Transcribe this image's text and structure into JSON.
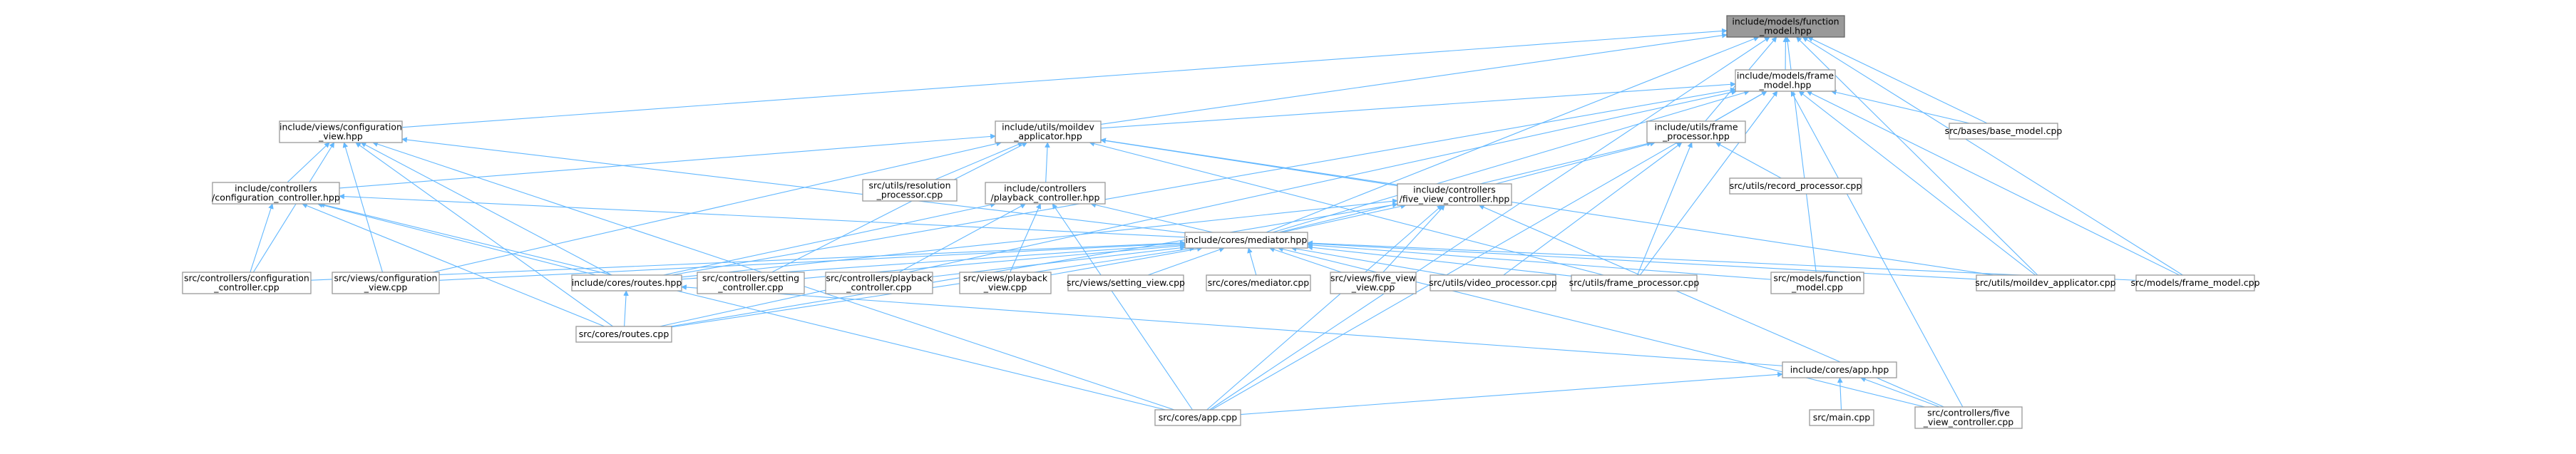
{
  "graph": {
    "edge_color": "#63b8ff",
    "root_fill": "#999999",
    "node_fill": "#ffffff",
    "node_border": "#999999",
    "nodes": [
      {
        "id": "function_model_hpp",
        "lines": [
          "include/models/function",
          "_model.hpp"
        ],
        "root": true
      },
      {
        "id": "frame_model_hpp",
        "lines": [
          "include/models/frame",
          "_model.hpp"
        ]
      },
      {
        "id": "configuration_view_hpp",
        "lines": [
          "include/views/configuration",
          "_view.hpp"
        ]
      },
      {
        "id": "moildev_applicator_hpp",
        "lines": [
          "include/utils/moildev",
          "_applicator.hpp"
        ]
      },
      {
        "id": "frame_processor_hpp",
        "lines": [
          "include/utils/frame",
          "_processor.hpp"
        ]
      },
      {
        "id": "base_model_cpp",
        "lines": [
          "src/bases/base_model.cpp"
        ]
      },
      {
        "id": "configuration_controller_hpp",
        "lines": [
          "include/controllers",
          "/configuration_controller.hpp"
        ]
      },
      {
        "id": "resolution_processor_cpp",
        "lines": [
          "src/utils/resolution",
          "_processor.cpp"
        ]
      },
      {
        "id": "playback_controller_hpp",
        "lines": [
          "include/controllers",
          "/playback_controller.hpp"
        ]
      },
      {
        "id": "five_view_controller_hpp",
        "lines": [
          "include/controllers",
          "/five_view_controller.hpp"
        ]
      },
      {
        "id": "record_processor_cpp",
        "lines": [
          "src/utils/record_processor.cpp"
        ]
      },
      {
        "id": "mediator_hpp",
        "lines": [
          "include/cores/mediator.hpp"
        ]
      },
      {
        "id": "configuration_controller_cpp",
        "lines": [
          "src/controllers/configuration",
          "_controller.cpp"
        ]
      },
      {
        "id": "configuration_view_cpp",
        "lines": [
          "src/views/configuration",
          "_view.cpp"
        ]
      },
      {
        "id": "routes_hpp",
        "lines": [
          "include/cores/routes.hpp"
        ]
      },
      {
        "id": "setting_controller_cpp",
        "lines": [
          "src/controllers/setting",
          "_controller.cpp"
        ]
      },
      {
        "id": "playback_controller_cpp",
        "lines": [
          "src/controllers/playback",
          "_controller.cpp"
        ]
      },
      {
        "id": "playback_view_cpp",
        "lines": [
          "src/views/playback",
          "_view.cpp"
        ]
      },
      {
        "id": "setting_view_cpp",
        "lines": [
          "src/views/setting_view.cpp"
        ]
      },
      {
        "id": "mediator_cpp",
        "lines": [
          "src/cores/mediator.cpp"
        ]
      },
      {
        "id": "five_view_view_cpp",
        "lines": [
          "src/views/five_view",
          "_view.cpp"
        ]
      },
      {
        "id": "video_processor_cpp",
        "lines": [
          "src/utils/video_processor.cpp"
        ]
      },
      {
        "id": "frame_processor_cpp",
        "lines": [
          "src/utils/frame_processor.cpp"
        ]
      },
      {
        "id": "function_model_cpp",
        "lines": [
          "src/models/function",
          "_model.cpp"
        ]
      },
      {
        "id": "moildev_applicator_cpp",
        "lines": [
          "src/utils/moildev_applicator.cpp"
        ]
      },
      {
        "id": "frame_model_cpp",
        "lines": [
          "src/models/frame_model.cpp"
        ]
      },
      {
        "id": "routes_cpp",
        "lines": [
          "src/cores/routes.cpp"
        ]
      },
      {
        "id": "app_hpp",
        "lines": [
          "include/cores/app.hpp"
        ]
      },
      {
        "id": "app_cpp",
        "lines": [
          "src/cores/app.cpp"
        ]
      },
      {
        "id": "main_cpp",
        "lines": [
          "src/main.cpp"
        ]
      },
      {
        "id": "five_view_controller_cpp",
        "lines": [
          "src/controllers/five",
          "_view_controller.cpp"
        ]
      }
    ],
    "edges": [
      [
        "function_model_hpp",
        "frame_model_hpp"
      ],
      [
        "function_model_hpp",
        "configuration_view_hpp"
      ],
      [
        "function_model_hpp",
        "moildev_applicator_hpp"
      ],
      [
        "function_model_hpp",
        "frame_processor_hpp"
      ],
      [
        "function_model_hpp",
        "base_model_cpp"
      ],
      [
        "function_model_hpp",
        "mediator_hpp"
      ],
      [
        "function_model_hpp",
        "function_model_cpp"
      ],
      [
        "function_model_hpp",
        "moildev_applicator_cpp"
      ],
      [
        "function_model_hpp",
        "frame_model_cpp"
      ],
      [
        "function_model_hpp",
        "app_cpp"
      ],
      [
        "frame_model_hpp",
        "moildev_applicator_hpp"
      ],
      [
        "frame_model_hpp",
        "frame_processor_hpp"
      ],
      [
        "frame_model_hpp",
        "base_model_cpp"
      ],
      [
        "frame_model_hpp",
        "mediator_hpp"
      ],
      [
        "frame_model_hpp",
        "routes_hpp"
      ],
      [
        "frame_model_hpp",
        "frame_processor_cpp"
      ],
      [
        "frame_model_hpp",
        "moildev_applicator_cpp"
      ],
      [
        "frame_model_hpp",
        "frame_model_cpp"
      ],
      [
        "frame_model_hpp",
        "routes_cpp"
      ],
      [
        "frame_model_hpp",
        "app_cpp"
      ],
      [
        "frame_model_hpp",
        "five_view_controller_cpp"
      ],
      [
        "configuration_view_hpp",
        "configuration_controller_hpp"
      ],
      [
        "configuration_view_hpp",
        "mediator_hpp"
      ],
      [
        "configuration_view_hpp",
        "configuration_controller_cpp"
      ],
      [
        "configuration_view_hpp",
        "configuration_view_cpp"
      ],
      [
        "configuration_view_hpp",
        "routes_hpp"
      ],
      [
        "configuration_view_hpp",
        "routes_cpp"
      ],
      [
        "configuration_view_hpp",
        "app_cpp"
      ],
      [
        "moildev_applicator_hpp",
        "configuration_controller_hpp"
      ],
      [
        "moildev_applicator_hpp",
        "resolution_processor_cpp"
      ],
      [
        "moildev_applicator_hpp",
        "playback_controller_hpp"
      ],
      [
        "moildev_applicator_hpp",
        "five_view_controller_hpp"
      ],
      [
        "moildev_applicator_hpp",
        "configuration_view_cpp"
      ],
      [
        "moildev_applicator_hpp",
        "setting_controller_cpp"
      ],
      [
        "moildev_applicator_hpp",
        "frame_processor_cpp"
      ],
      [
        "moildev_applicator_hpp",
        "moildev_applicator_cpp"
      ],
      [
        "frame_processor_hpp",
        "five_view_controller_hpp"
      ],
      [
        "frame_processor_hpp",
        "record_processor_cpp"
      ],
      [
        "frame_processor_hpp",
        "mediator_hpp"
      ],
      [
        "frame_processor_hpp",
        "video_processor_cpp"
      ],
      [
        "frame_processor_hpp",
        "frame_processor_cpp"
      ],
      [
        "configuration_controller_hpp",
        "mediator_hpp"
      ],
      [
        "configuration_controller_hpp",
        "configuration_controller_cpp"
      ],
      [
        "configuration_controller_hpp",
        "routes_hpp"
      ],
      [
        "configuration_controller_hpp",
        "routes_cpp"
      ],
      [
        "configuration_controller_hpp",
        "app_cpp"
      ],
      [
        "playback_controller_hpp",
        "mediator_hpp"
      ],
      [
        "playback_controller_hpp",
        "routes_hpp"
      ],
      [
        "playback_controller_hpp",
        "playback_controller_cpp"
      ],
      [
        "playback_controller_hpp",
        "playback_view_cpp"
      ],
      [
        "playback_controller_hpp",
        "app_cpp"
      ],
      [
        "five_view_controller_hpp",
        "mediator_hpp"
      ],
      [
        "five_view_controller_hpp",
        "routes_hpp"
      ],
      [
        "five_view_controller_hpp",
        "five_view_view_cpp"
      ],
      [
        "five_view_controller_hpp",
        "routes_cpp"
      ],
      [
        "five_view_controller_hpp",
        "app_cpp"
      ],
      [
        "five_view_controller_hpp",
        "five_view_controller_cpp"
      ],
      [
        "mediator_hpp",
        "configuration_controller_cpp"
      ],
      [
        "mediator_hpp",
        "configuration_view_cpp"
      ],
      [
        "mediator_hpp",
        "routes_hpp"
      ],
      [
        "mediator_hpp",
        "setting_controller_cpp"
      ],
      [
        "mediator_hpp",
        "playback_controller_cpp"
      ],
      [
        "mediator_hpp",
        "playback_view_cpp"
      ],
      [
        "mediator_hpp",
        "setting_view_cpp"
      ],
      [
        "mediator_hpp",
        "mediator_cpp"
      ],
      [
        "mediator_hpp",
        "five_view_view_cpp"
      ],
      [
        "mediator_hpp",
        "video_processor_cpp"
      ],
      [
        "mediator_hpp",
        "frame_processor_cpp"
      ],
      [
        "mediator_hpp",
        "function_model_cpp"
      ],
      [
        "mediator_hpp",
        "moildev_applicator_cpp"
      ],
      [
        "mediator_hpp",
        "frame_model_cpp"
      ],
      [
        "mediator_hpp",
        "routes_cpp"
      ],
      [
        "mediator_hpp",
        "five_view_controller_cpp"
      ],
      [
        "routes_hpp",
        "routes_cpp"
      ],
      [
        "routes_hpp",
        "app_hpp"
      ],
      [
        "app_hpp",
        "app_cpp"
      ],
      [
        "app_hpp",
        "main_cpp"
      ],
      [
        "app_hpp",
        "five_view_controller_cpp"
      ]
    ]
  }
}
